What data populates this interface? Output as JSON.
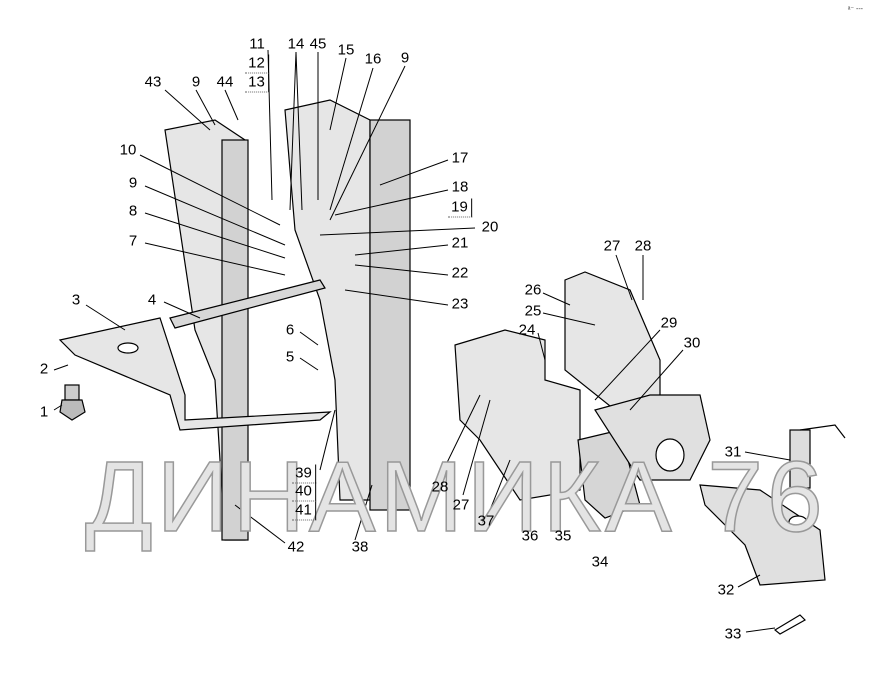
{
  "corner_mark": "ᵃ⁻ ---",
  "watermark": "ДИНАМИКА 76",
  "labels": [
    "11",
    "12",
    "13",
    "14",
    "45",
    "15",
    "16",
    "9",
    "43",
    "9",
    "44",
    "10",
    "9",
    "8",
    "7",
    "17",
    "18",
    "19",
    "20",
    "21",
    "22",
    "23",
    "3",
    "4",
    "2",
    "1",
    "6",
    "5",
    "39",
    "40",
    "41",
    "42",
    "38",
    "27",
    "28",
    "26",
    "25",
    "24",
    "29",
    "30",
    "28",
    "27",
    "37",
    "36",
    "35",
    "34",
    "31",
    "32",
    "33"
  ],
  "colors": {
    "part_fill": "#e6e6e6",
    "part_shade": "#bdbdbd",
    "line": "#000000",
    "watermark": "#aaaaaa"
  }
}
